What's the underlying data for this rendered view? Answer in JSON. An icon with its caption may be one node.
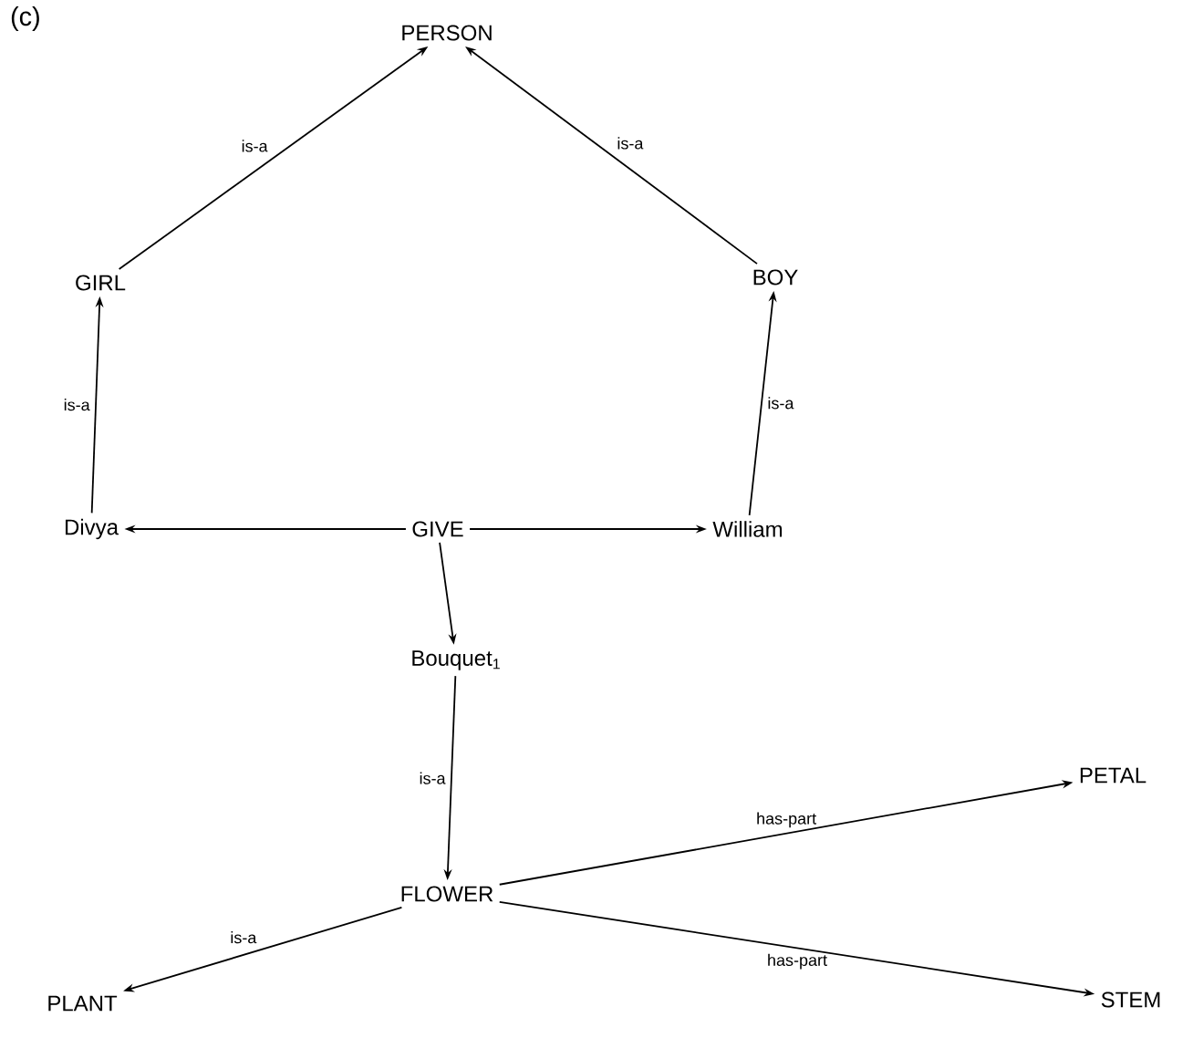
{
  "diagram": {
    "nodes": [
      {
        "text": [
          "PERSON"
        ]
      },
      {
        "text": [
          "GIRL"
        ]
      },
      {
        "text": [
          "BOY"
        ]
      },
      {
        "text": [
          "Divya"
        ]
      },
      {
        "text": [
          "GIVE"
        ]
      },
      {
        "text": [
          "William"
        ]
      },
      {
        "text": [
          "Bouquet$_{1}$"
        ]
      },
      {
        "text": [
          "FLOWER"
        ]
      },
      {
        "text": [
          "PETAL"
        ]
      },
      {
        "text": [
          "PLANT"
        ]
      },
      {
        "text": [
          "STEM"
        ]
      }
    ],
    "edges": [
      {
        "from": 1,
        "to": 0,
        "arrow": "to",
        "label": "is-a"
      },
      {
        "from": 2,
        "to": 0,
        "arrow": "to",
        "label": "is-a"
      },
      {
        "from": 3,
        "to": 1,
        "arrow": "to",
        "label": "is-a"
      },
      {
        "from": 5,
        "to": 2,
        "arrow": "to",
        "label": "is-a"
      },
      {
        "from": 4,
        "to": 3,
        "arrow": "to"
      },
      {
        "from": 4,
        "to": 5,
        "arrow": "to"
      },
      {
        "from": 4,
        "to": 6,
        "arrow": "to"
      },
      {
        "from": 6,
        "to": 7,
        "arrow": "to",
        "label": "is-a"
      },
      {
        "from": 7,
        "to": 8,
        "arrow": "to",
        "label": "has-part"
      },
      {
        "from": 7,
        "to": 9,
        "arrow": "to",
        "label": "is-a"
      },
      {
        "from": 7,
        "to": 10,
        "arrow": "to",
        "label": "has-part"
      }
    ],
    "labels": [
      "(c)"
    ]
  }
}
